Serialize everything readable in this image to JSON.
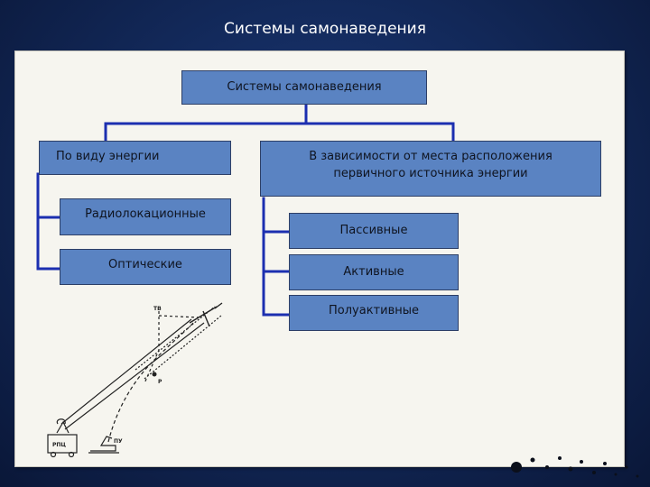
{
  "slide": {
    "title": "Системы самонаведения"
  },
  "diagram": {
    "root": "Системы самонаведения",
    "branch_energy": {
      "label": "По виду энергии",
      "children": [
        "Радиолокационные",
        "Оптические"
      ]
    },
    "branch_source": {
      "label": "В зависимости от места расположения первичного источника энергии",
      "children": [
        "Пассивные",
        "Активные",
        "Полуактивные"
      ]
    }
  },
  "illustration": {
    "labels": [
      "ТВ",
      "Р",
      "РПЦ",
      "ПУ"
    ]
  },
  "colors": {
    "box_fill": "#5a83c2",
    "connector": "#1c2fb0",
    "panel": "#f6f5ef",
    "background": "#132a5c"
  }
}
